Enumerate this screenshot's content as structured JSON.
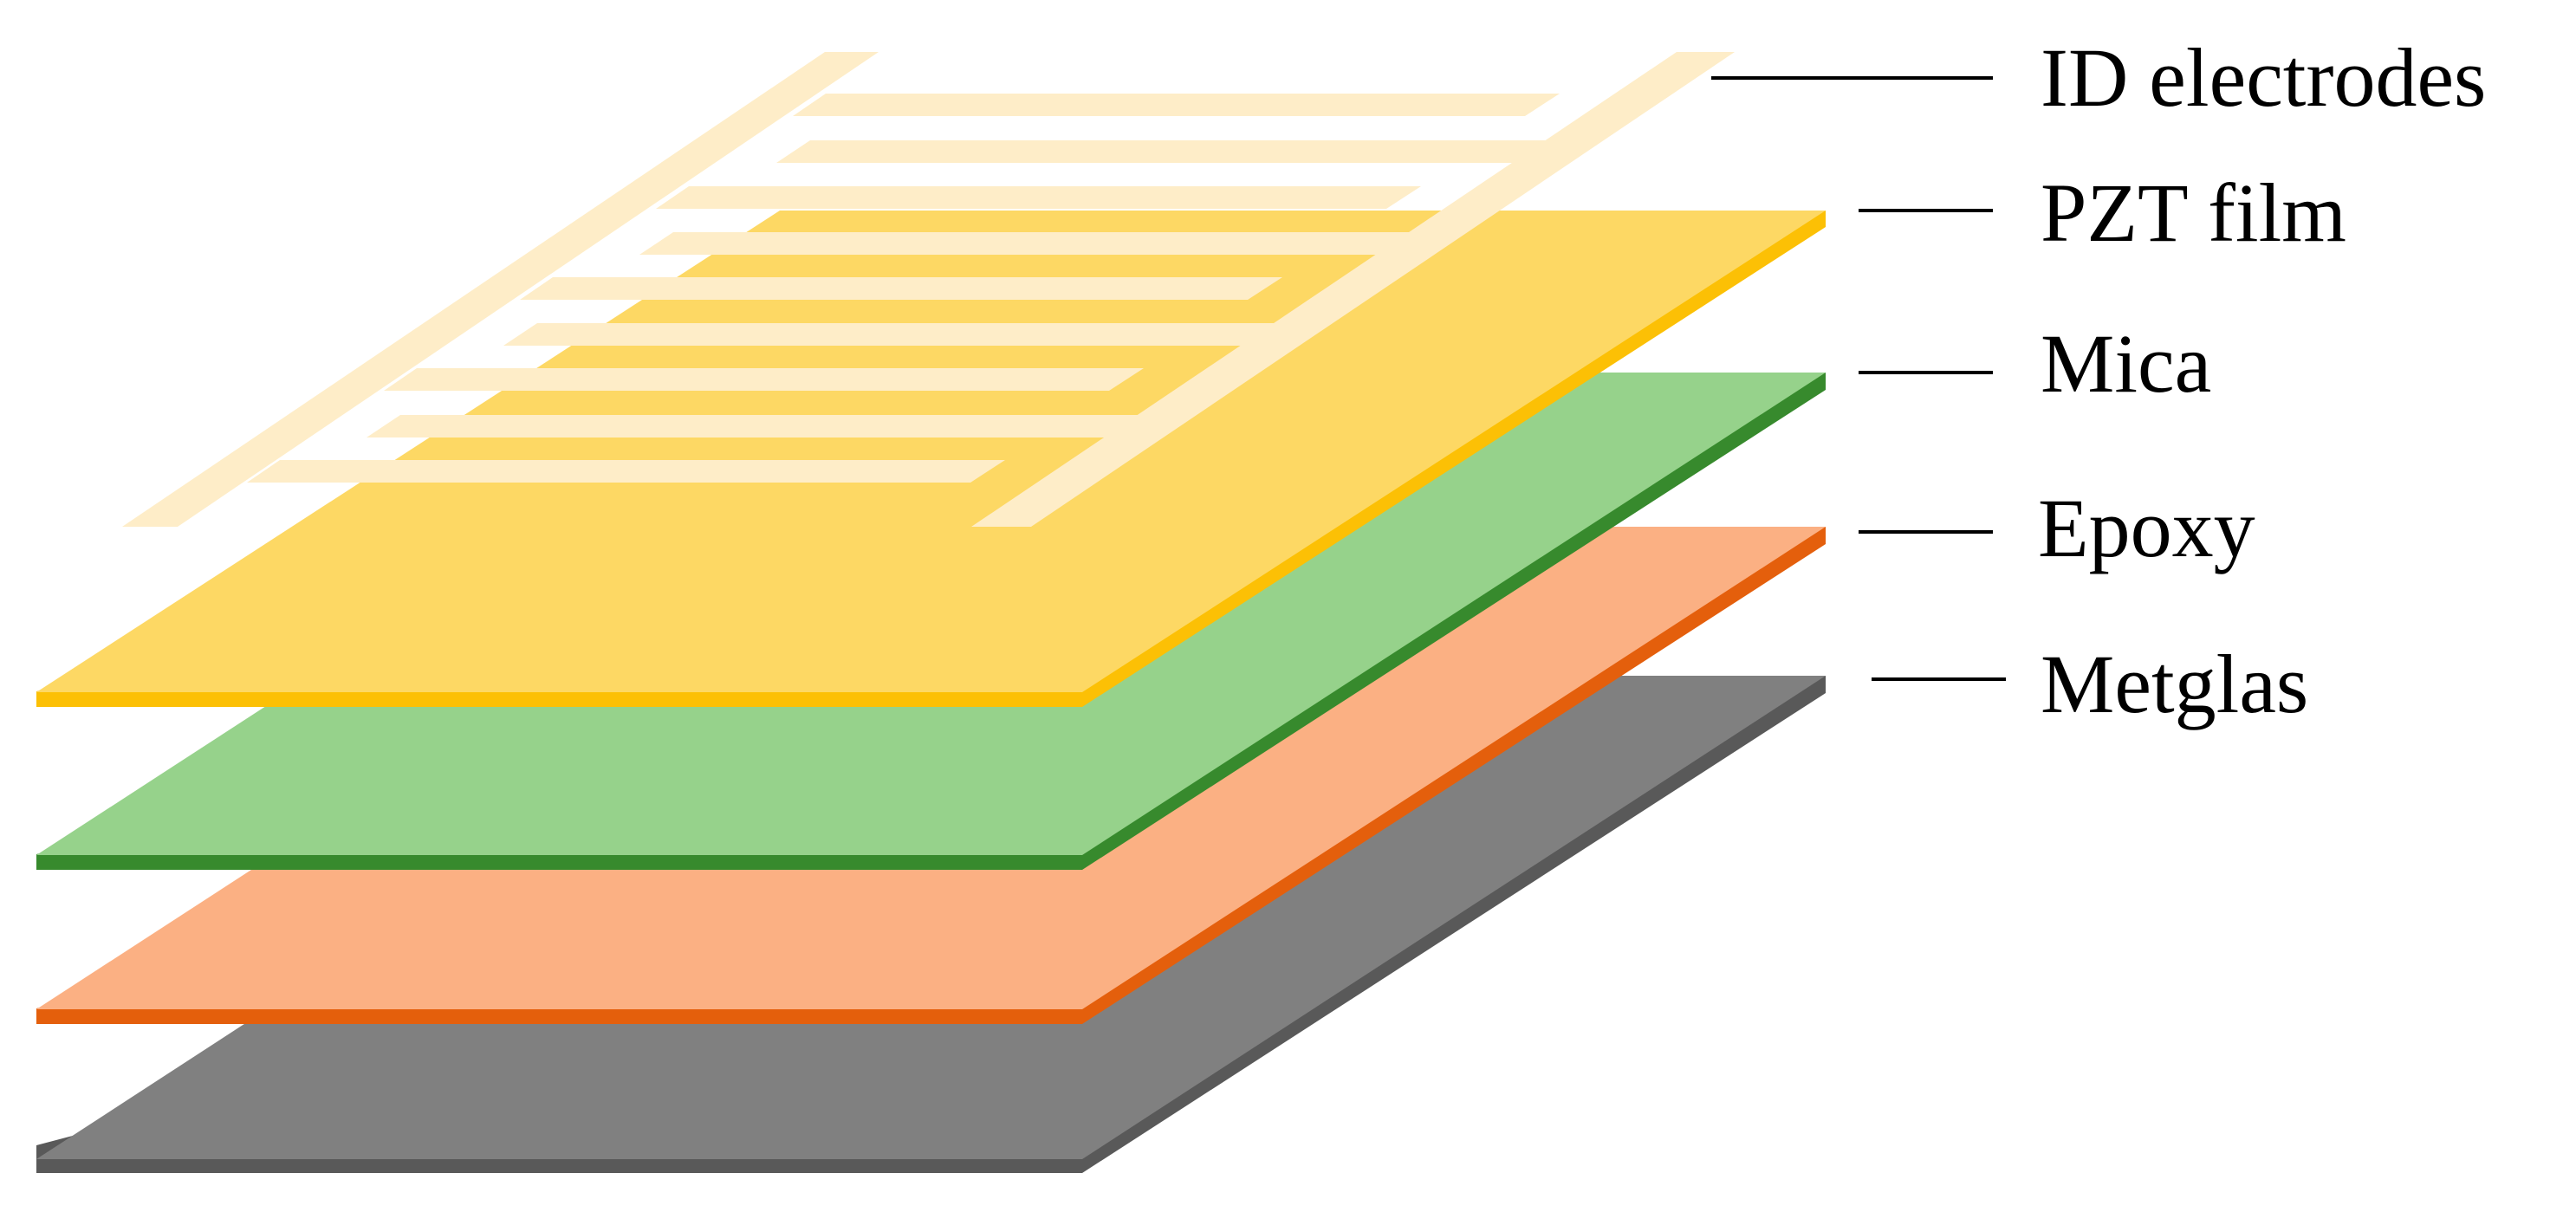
{
  "layers": [
    {
      "key": "metglas",
      "label": "Metglas",
      "top_color": "#808080",
      "edge_color": "#595959"
    },
    {
      "key": "epoxy",
      "label": "Epoxy",
      "top_color": "#FBB083",
      "edge_color": "#E45F0C"
    },
    {
      "key": "mica",
      "label": "Mica",
      "top_color": "#96D28B",
      "edge_color": "#378A2D"
    },
    {
      "key": "pzt",
      "label": "PZT film",
      "top_color": "#FDD864",
      "edge_color": "#FCC005"
    },
    {
      "key": "electrodes",
      "label": "ID electrodes",
      "top_color": "#FEEDC8"
    }
  ]
}
